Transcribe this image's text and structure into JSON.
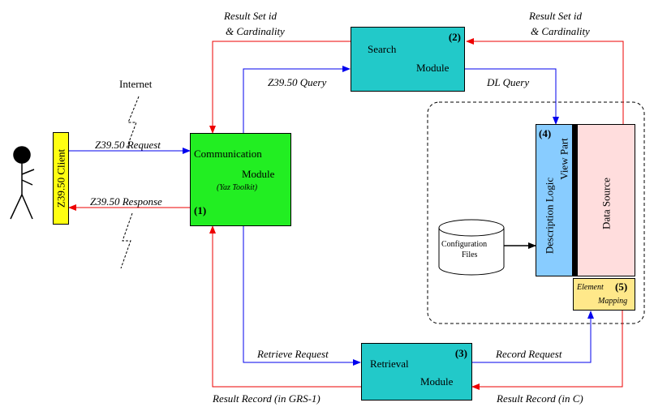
{
  "nodes": {
    "search": {
      "title": "Search",
      "subtitle": "Module",
      "number": "(2)"
    },
    "communication": {
      "title": "Communication",
      "subtitle": "Module",
      "note": "(Yaz Toolkit)",
      "number": "(1)"
    },
    "retrieval": {
      "title": "Retrieval",
      "subtitle": "Module",
      "number": "(3)"
    },
    "client": {
      "label": "Z39.50 Client"
    },
    "view_part": {
      "line1": "Description Logic",
      "line2": "View Part",
      "number": "(4)"
    },
    "data_source": {
      "label": "Data Source"
    },
    "element_mapping": {
      "line1": "Element",
      "line2": "Mapping",
      "number": "(5)"
    },
    "config_files": {
      "line1": "Configuration",
      "line2": "Files"
    }
  },
  "labels": {
    "internet": "Internet",
    "result_set_left_1": "Result Set id",
    "result_set_left_2": "& Cardinality",
    "result_set_right_1": "Result Set id",
    "result_set_right_2": "& Cardinality",
    "z3950_query": "Z39.50 Query",
    "dl_query": "DL Query",
    "z3950_request": "Z39.50 Request",
    "z3950_response": "Z39.50 Response",
    "retrieve_request": "Retrieve Request",
    "record_request": "Record Request",
    "result_record_grs": "Result Record (in GRS-1)",
    "result_record_c": "Result Record (in C)"
  },
  "colors": {
    "search_fill": "#22c9c9",
    "communication_fill": "#22ee22",
    "retrieval_fill": "#22c9c9",
    "client_fill": "#ffff11",
    "view_part_fill": "#88ccff",
    "data_source_fill": "#ffdddd",
    "mapping_fill": "#ffe88a",
    "request_arrow": "#0000ee",
    "response_arrow": "#ee0000"
  }
}
